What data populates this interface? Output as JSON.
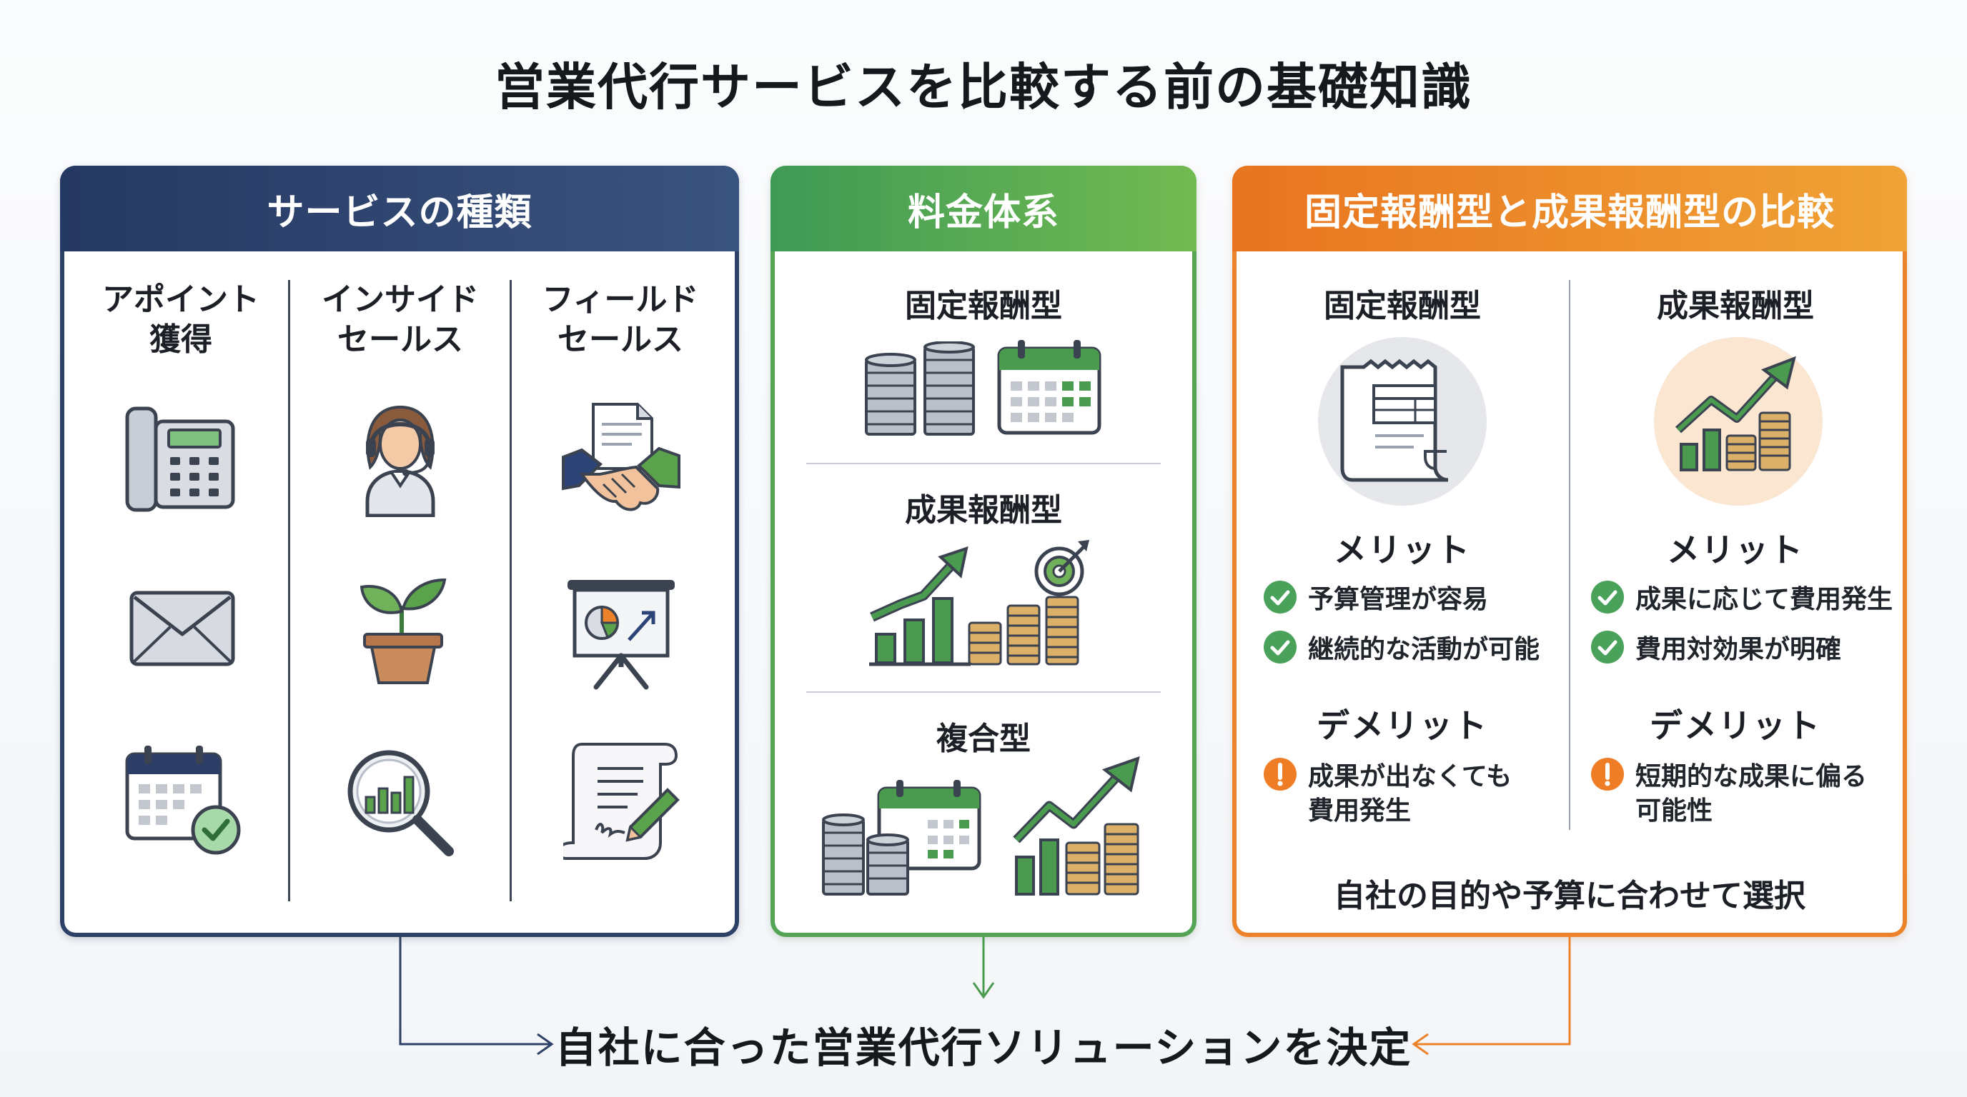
{
  "title": "営業代行サービスを比較する前の基礎知識",
  "panels": {
    "types": {
      "title": "サービスの種類",
      "columns": [
        {
          "line1": "アポイント",
          "line2": "獲得",
          "icons": [
            "phone-icon",
            "envelope-icon",
            "calendar-check-icon"
          ]
        },
        {
          "line1": "インサイド",
          "line2": "セールス",
          "icons": [
            "headset-operator-icon",
            "sprout-pot-icon",
            "magnifier-chart-icon"
          ]
        },
        {
          "line1": "フィールド",
          "line2": "セールス",
          "icons": [
            "handshake-icon",
            "presentation-board-icon",
            "contract-signature-icon"
          ]
        }
      ]
    },
    "pricing": {
      "title": "料金体系",
      "sections": [
        {
          "label": "固定報酬型",
          "icons": [
            "coin-stacks-icon",
            "calendar-icon"
          ]
        },
        {
          "label": "成果報酬型",
          "icons": [
            "growth-chart-icon",
            "target-coins-icon"
          ]
        },
        {
          "label": "複合型",
          "icons": [
            "coins-calendar-icon",
            "growth-coins-icon"
          ]
        }
      ]
    },
    "comparison": {
      "title": "固定報酬型と成果報酬型の比較",
      "columns": [
        {
          "heading": "固定報酬型",
          "icon": "receipt-icon",
          "merit_label": "メリット",
          "merits": [
            "予算管理が容易",
            "継続的な活動が可能"
          ],
          "demerit_label": "デメリット",
          "demerits": [
            {
              "line1": "成果が出なくても",
              "line2": "費用発生"
            }
          ]
        },
        {
          "heading": "成果報酬型",
          "icon": "growth-chart-coins-icon",
          "merit_label": "メリット",
          "merits": [
            "成果に応じて費用発生",
            "費用対効果が明確"
          ],
          "demerit_label": "デメリット",
          "demerits": [
            {
              "line1": "短期的な成果に偏る",
              "line2": "可能性"
            }
          ]
        }
      ],
      "note": "自社の目的や予算に合わせて選択"
    }
  },
  "conclusion": "自社に合った営業代行ソリューションを決定",
  "colors": {
    "navy": "#2d4167",
    "green": "#55a456",
    "orange": "#ec8229",
    "check": "#4aa25a",
    "warn": "#ee7d26"
  }
}
